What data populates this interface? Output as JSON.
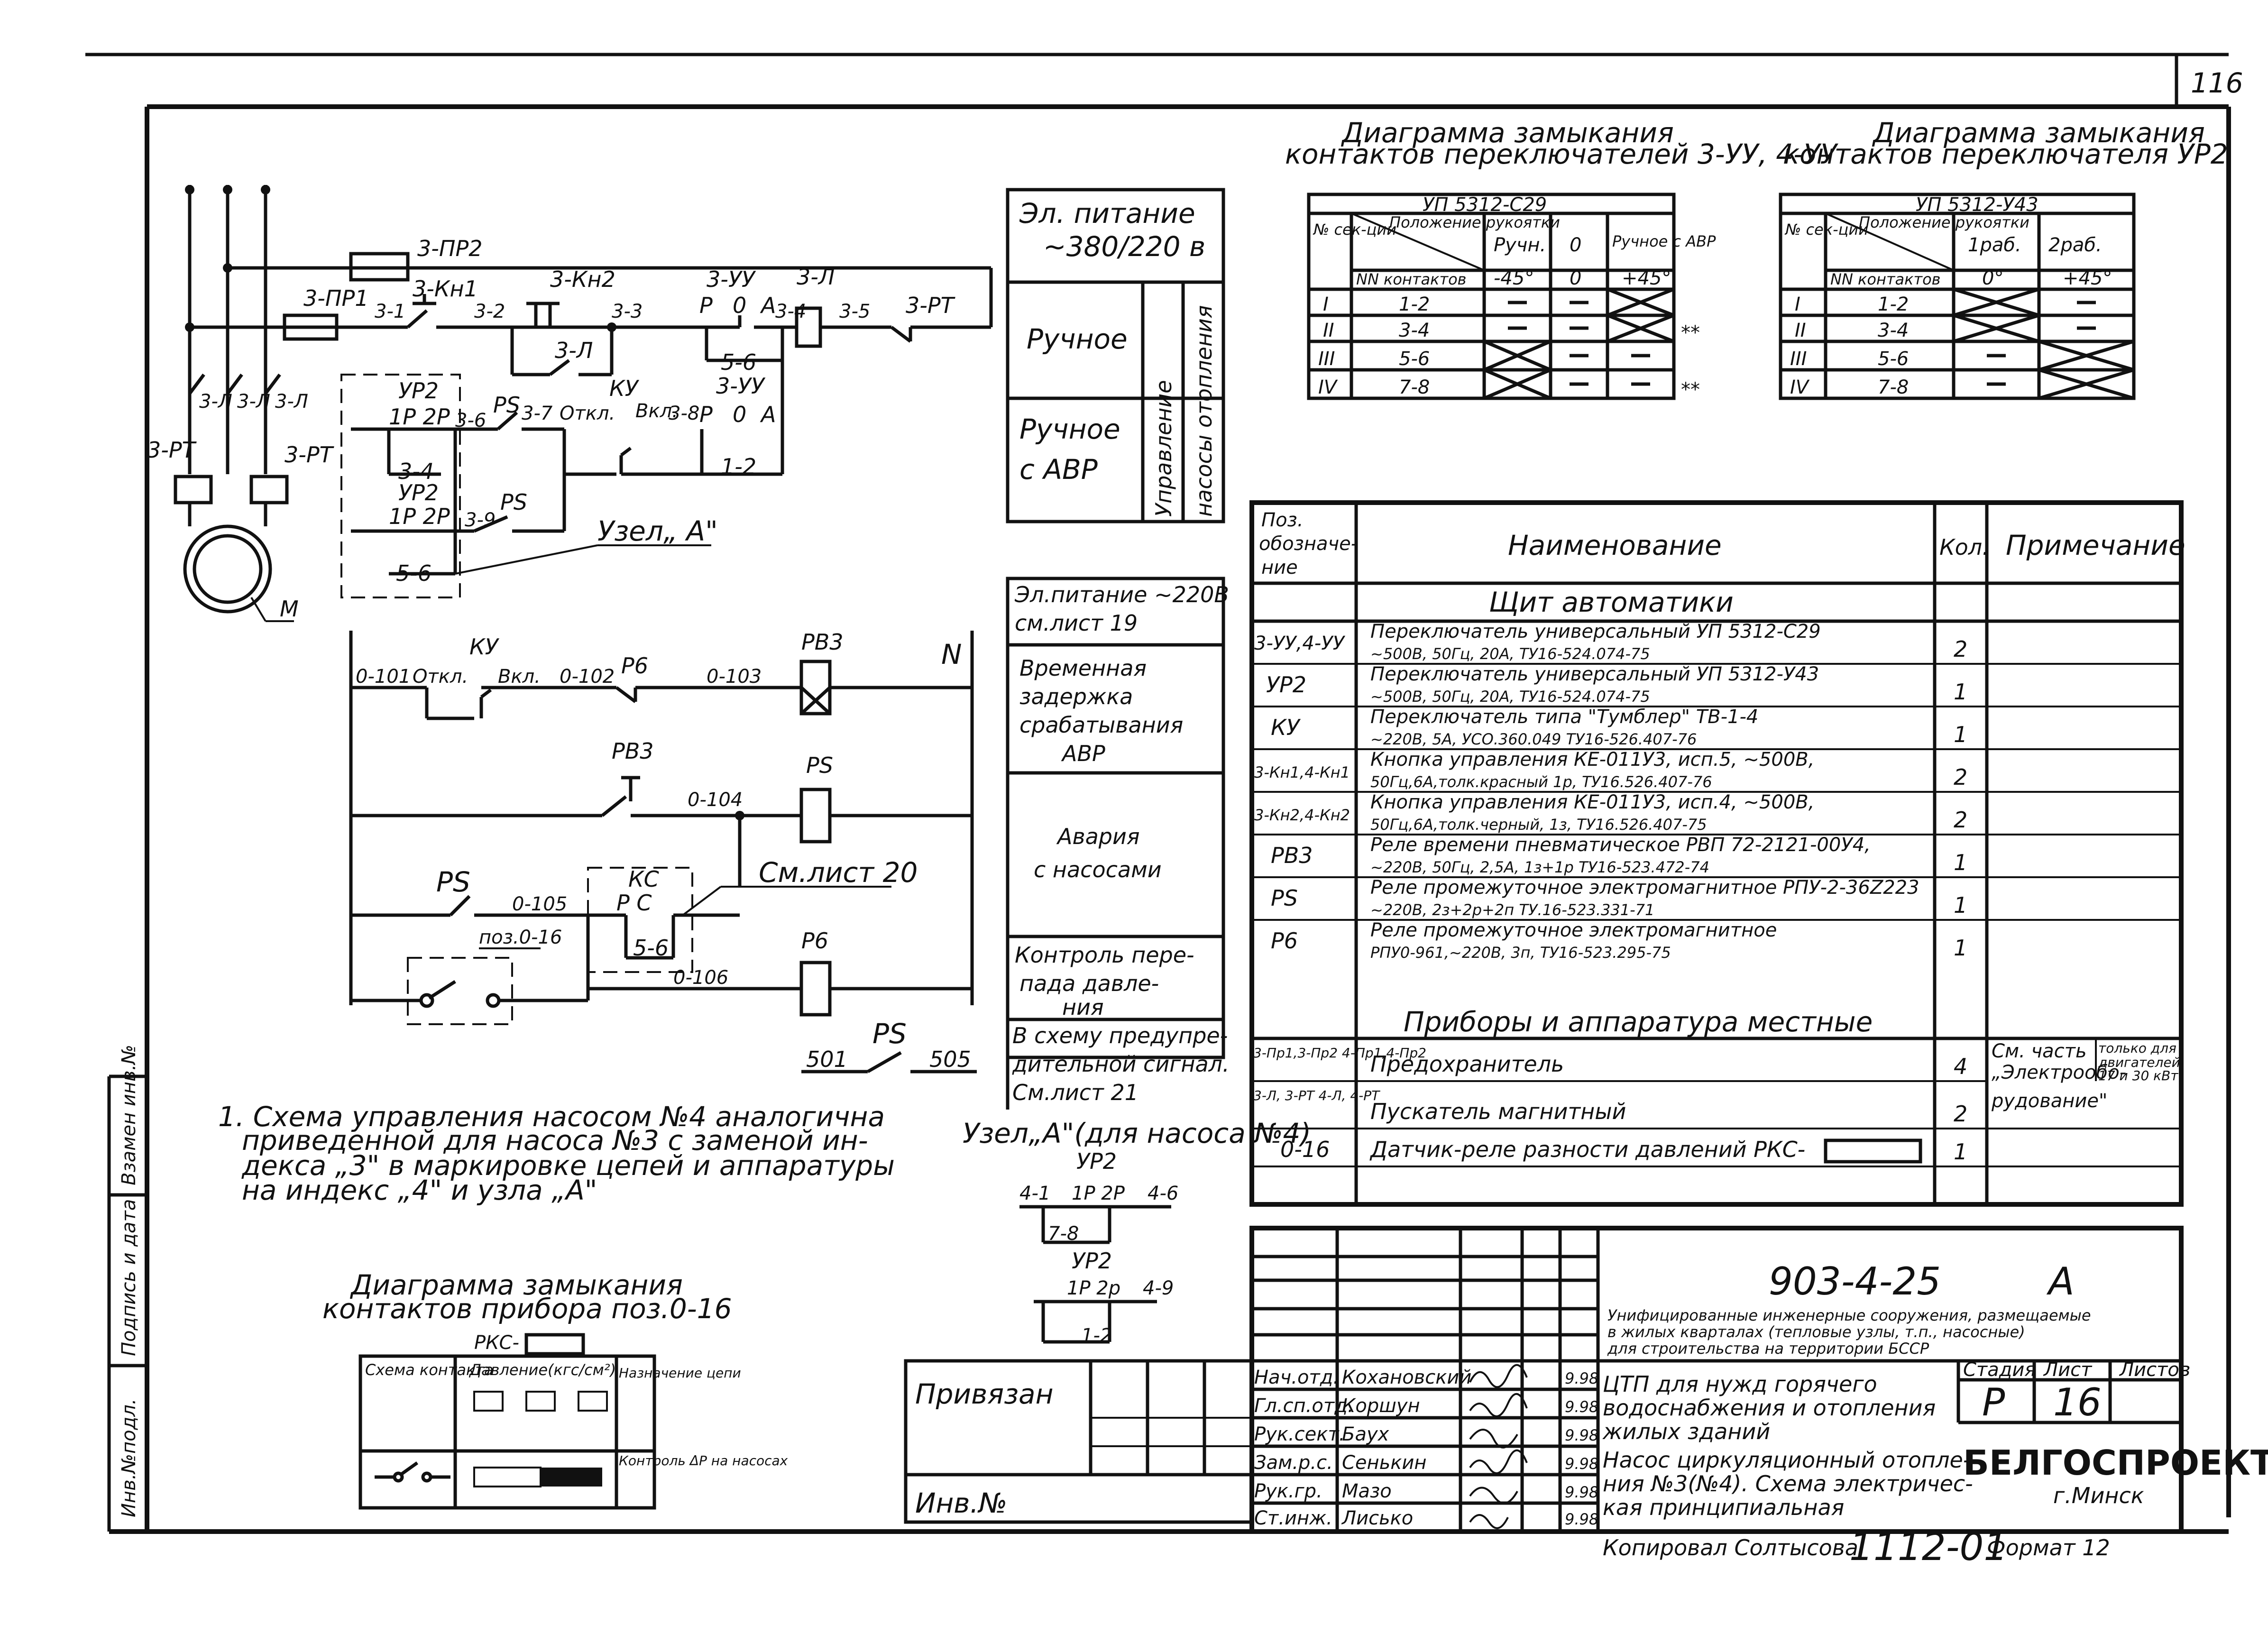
{
  "sheet_number": "116",
  "schematic": {
    "power_phases_label": "",
    "fuse_top": "3-ПР2",
    "fuse_left": "3-ПР1",
    "node_31": "3-1",
    "btn_kn1": "3-Кн1",
    "node_32": "3-2",
    "btn_kn2": "3-Кн2",
    "node_33": "3-3",
    "switch_uy": "3-УУ",
    "pos_p": "Р",
    "pos_0": "0",
    "pos_a": "А",
    "node_34": "3-4",
    "contactor": "3-Л",
    "node_35": "3-5",
    "relay_pt": "3-РТ",
    "contact_3l": "3-Л",
    "contact_56": "5-6",
    "up2": "УР2",
    "up2_1p2p": "1Р 2Р",
    "node_36": "3-6",
    "ps": "РS",
    "node_37": "3-7",
    "off": "Откл.",
    "on": "Вкл.",
    "node_38": "3-8",
    "ky": "КУ",
    "contact_34": "3-4",
    "uy2": "3-УУ",
    "contact_12": "1-2",
    "up2b": "УР2",
    "up2b_1p2p": "1Р 2Р",
    "node_39": "3-9",
    "ps2": "РS",
    "contact_56b": "5-6",
    "node_a": "Узел„ А\"",
    "motor": "М",
    "pt_left": "3-РТ",
    "pt_right": "3-РТ",
    "l1": "3-Л",
    "l2": "3-Л",
    "l3": "3-Л"
  },
  "control": {
    "ky": "КУ",
    "n0101": "0-101",
    "off": "Откл.",
    "on": "Вкл.",
    "n0102": "0-102",
    "p6": "Р6",
    "n0103": "0-103",
    "pb3": "РВ3",
    "n_label": "N",
    "pb3_contact": "РВ3",
    "n0104": "0-104",
    "ps_coil": "РS",
    "ps_contact": "РS",
    "n0105": "0-105",
    "kc": "КС",
    "kc_pc": "Р С",
    "kc_56": "5-6",
    "see_sheet20": "См.лист 20",
    "pos016": "поз.0-16",
    "p6_coil": "Р6",
    "n0106": "0-106",
    "ps_bottom": "РS",
    "n501": "501",
    "n505": "505"
  },
  "side_table": {
    "rows": [
      "Эл. питание ~380/220 В",
      "Ручное",
      "Ручное с АВР",
      "Эл.питание ~220 В см.лист 19",
      "Временная задержка срабатывания АВР",
      "Авария с насосами",
      "Контроль перепада давления",
      "В схему предупредительной сигнал. См.лист 21"
    ],
    "vertical_a": "Управление",
    "vertical_b": "насосы отопления"
  },
  "diag1": {
    "title1": "Диаграмма замыкания",
    "title2": "контактов переключателей 3-УУ, 4-УУ",
    "model": "УП 5312-С29",
    "h_sec": "№ сек-ции",
    "h_pos": "Положение рукоятки",
    "h_nn": "NN контактов",
    "h_manual": "Ручн.",
    "h_zero": "0",
    "h_avr": "Ручное с АВР",
    "a_manual": "-45°",
    "a_zero": "0",
    "a_avr": "+45°",
    "rows": [
      {
        "sec": "I",
        "c": "1-2",
        "note": ""
      },
      {
        "sec": "II",
        "c": "3-4",
        "note": "**"
      },
      {
        "sec": "III",
        "c": "5-6",
        "note": ""
      },
      {
        "sec": "IV",
        "c": "7-8",
        "note": "**"
      }
    ]
  },
  "diag2": {
    "title1": "Диаграмма замыкания",
    "title2": "контактов переключателя УР2",
    "model": "УП 5312-У43",
    "h_sec": "№ сек-ции",
    "h_pos": "Положение рукоятки",
    "h_nn": "NN контактов",
    "h_1": "1раб.",
    "h_2": "2раб.",
    "a_1": "0°",
    "a_2": "+45°",
    "rows": [
      {
        "sec": "I",
        "c": "1-2"
      },
      {
        "sec": "II",
        "c": "3-4"
      },
      {
        "sec": "III",
        "c": "5-6"
      },
      {
        "sec": "IV",
        "c": "7-8"
      }
    ]
  },
  "spec": {
    "h_pos": "Поз. обозначение",
    "h_name": "Наименование",
    "h_qty": "Кол.",
    "h_note": "Примечание",
    "group1": "Щит автоматики",
    "rows": [
      {
        "pos": "3-УУ,4-УУ",
        "name1": "Переключатель универсальный УП 5312-С29",
        "name2": "~500В, 50Гц, 20А, ТУ16-524.074-75",
        "qty": "2"
      },
      {
        "pos": "УР2",
        "name1": "Переключатель универсальный УП 5312-У43",
        "name2": "~500В, 50Гц, 20А, ТУ16-524.074-75",
        "qty": "1"
      },
      {
        "pos": "КУ",
        "name1": "Переключатель типа \"Тумблер\" ТВ-1-4",
        "name2": "~220В, 5А, УСО.360.049 ТУ16-526.407-76",
        "qty": "1"
      },
      {
        "pos": "3-Кн1,4-Кн1",
        "name1": "Кнопка управления КЕ-011У3, исп.5, ~500В,",
        "name2": "50Гц,6А,толк.красный 1р, ТУ16.526.407-76",
        "qty": "2"
      },
      {
        "pos": "3-Кн2,4-Кн2",
        "name1": "Кнопка управления КЕ-011У3, исп.4, ~500В,",
        "name2": "50Гц,6А,толк.черный, 1з, ТУ16.526.407-75",
        "qty": "2"
      },
      {
        "pos": "РВ3",
        "name1": "Реле времени пневматическое РВП 72-2121-00У4,",
        "name2": "~220В, 50Гц, 2,5А, 1з+1р ТУ16-523.472-74",
        "qty": "1"
      },
      {
        "pos": "РS",
        "name1": "Реле промежуточное электромагнитное РПУ-2-36Z223",
        "name2": "~220В, 2з+2р+2п ТУ.16-523.331-71",
        "qty": "1"
      },
      {
        "pos": "Р6",
        "name1": "Реле промежуточное электромагнитное",
        "name2": "РПУ0-961,~220В, 3п, ТУ16-523.295-75",
        "qty": "1"
      }
    ],
    "group2": "Приборы и аппаратура местные",
    "rows2": [
      {
        "pos": "3-Пр1,3-Пр2 4-Пр1,4-Пр2",
        "name": "Предохранитель",
        "qty": "4"
      },
      {
        "pos": "3-Л, 3-РТ 4-Л, 4-РТ",
        "name": "Пускатель магнитный",
        "qty": "2"
      },
      {
        "pos": "0-16",
        "name": "Датчик-реле разности давлений РКС-",
        "qty": "1"
      }
    ],
    "note_a": "См. часть „Электрооборудование\"",
    "note_b": "только для двигателей 17 и 30 кВт"
  },
  "notes": {
    "n1_l1": "1. Схема управления насосом №4 аналогична",
    "n1_l2": "приведенной для насоса №3 с заменой ин-",
    "n1_l3": "декса „3\" в маркировке цепей и аппаратуры",
    "n1_l4": "на индекс „4\" и узла „А\""
  },
  "node_a4": {
    "title": "Узел„А\"(для насоса №4)",
    "up2": "УР2",
    "n41": "4-1",
    "p12": "1Р 2Р",
    "n46": "4-6",
    "c78": "7-8",
    "up2b": "УР2",
    "p12b": "1Р 2р",
    "n49": "4-9",
    "c12": "1-2"
  },
  "diag3": {
    "title1": "Диаграмма замыкания",
    "title2": "контактов прибора поз.0-16",
    "model": "РКС-",
    "h_sec": "Схема контакта",
    "h_mid": "Давление(кгс/см²)",
    "h_dest": "Назначение цепи",
    "dest": "Контроль ΔР на насосах"
  },
  "stamp": {
    "doc_code": "903-4-25",
    "variant": "А",
    "project_desc1": "Унифицированные инженерные сооружения, размещаемые",
    "project_desc2": "в жилых кварталах (тепловые узлы, т.п., насосные)",
    "project_desc3": "для строительства на территории БССР",
    "privyazan": "Привязан",
    "inv": "Инв.№",
    "roles": [
      {
        "role": "Нач.отд.",
        "name": "Кохановский",
        "date": "9.98"
      },
      {
        "role": "Гл.сп.отд.",
        "name": "Коршун",
        "date": "9.98"
      },
      {
        "role": "Рук.сект.",
        "name": "Баух",
        "date": "9.98"
      },
      {
        "role": "Зам.р.с.",
        "name": "Сенькин",
        "date": "9.98"
      },
      {
        "role": "Рук.гр.",
        "name": "Мазо",
        "date": "9.98"
      },
      {
        "role": "Ст.инж.",
        "name": "Лисько",
        "date": "9.98"
      }
    ],
    "title1": "ЦТП для нужд горячего",
    "title2": "водоснабжения и отопления",
    "title3": "жилых зданий",
    "title4": "Насос циркуляционный отопле-",
    "title5": "ния №3(№4). Схема электричес-",
    "title6": "кая принципиальная",
    "h_stage": "Стадия",
    "h_sheet": "Лист",
    "h_sheets": "Листов",
    "stage": "Р",
    "sheet": "16",
    "org1": "БЕЛГОСПРОЕКТ",
    "org2": "г.Минск",
    "copied": "Копировал Солтысова",
    "num": "1112-01",
    "format": "Формат 12"
  },
  "margin": {
    "v1": "Инв.№подл.",
    "v2": "Подпись и дата",
    "v3": "Взамен инв.№"
  }
}
